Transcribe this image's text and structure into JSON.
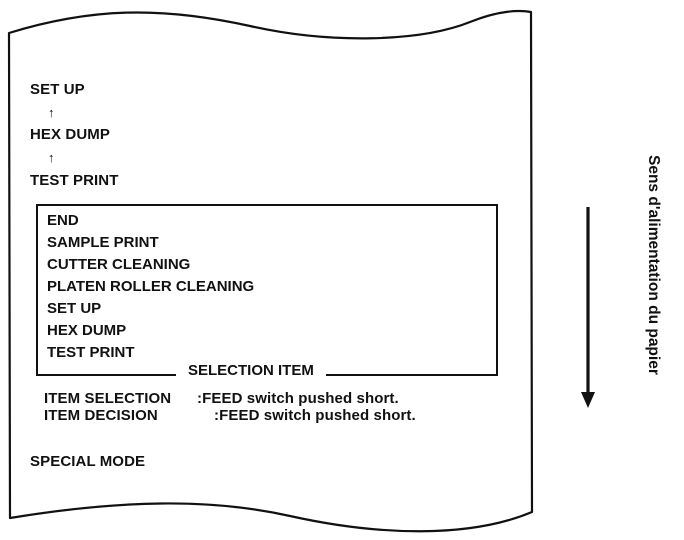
{
  "printout": {
    "sequence": [
      {
        "label": "SET UP"
      },
      {
        "label": "HEX DUMP"
      },
      {
        "label": "TEST PRINT"
      }
    ],
    "arrow_glyph": "↑",
    "menu_items": [
      "END",
      "SAMPLE PRINT",
      "CUTTER CLEANING",
      "PLATEN ROLLER CLEANING",
      "SET UP",
      "HEX DUMP",
      "TEST PRINT"
    ],
    "selection_label": "SELECTION ITEM",
    "instructions": [
      {
        "key": "ITEM SELECTION",
        "value": ":FEED switch pushed short."
      },
      {
        "key": "ITEM DECISION",
        "value": ":FEED switch pushed short."
      }
    ],
    "mode_label": "SPECIAL MODE"
  },
  "feed_direction": {
    "label": "Sens d'alimentation du papier",
    "arrow": "down-arrow"
  }
}
